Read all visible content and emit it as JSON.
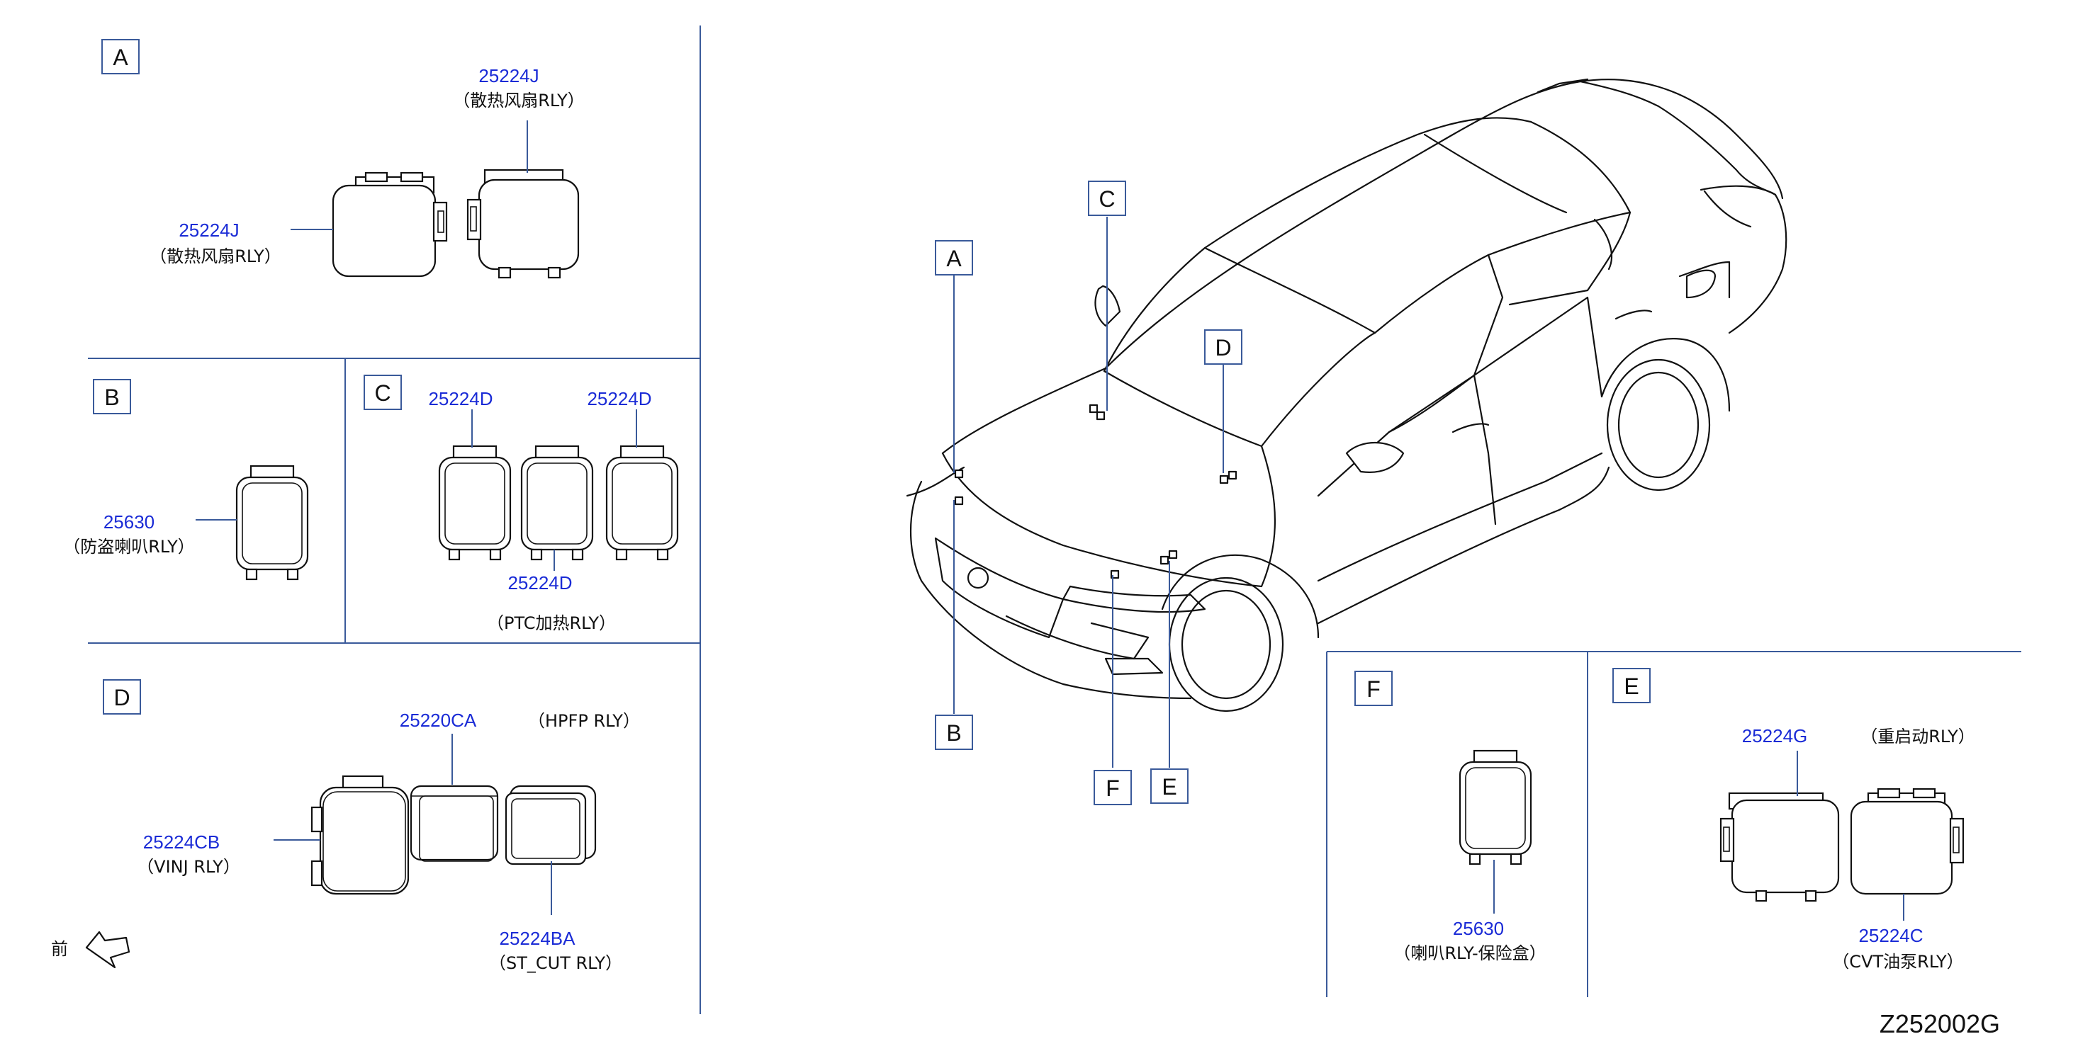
{
  "figure_id": "Z252002G",
  "front_marker": "前",
  "panels": {
    "A": {
      "letter": "A",
      "parts": [
        {
          "number": "25224J",
          "desc": "（散热风扇RLY）"
        },
        {
          "number": "25224J",
          "desc": "（散热风扇RLY）"
        }
      ]
    },
    "B": {
      "letter": "B",
      "parts": [
        {
          "number": "25630",
          "desc": "（防盗喇叭RLY）"
        }
      ]
    },
    "C": {
      "letter": "C",
      "parts": [
        {
          "number": "25224D"
        },
        {
          "number": "25224D"
        },
        {
          "number": "25224D"
        }
      ],
      "desc": "（PTC加热RLY）"
    },
    "D": {
      "letter": "D",
      "parts": [
        {
          "number": "25220CA",
          "desc": "（HPFP   RLY）"
        },
        {
          "number": "25224CB",
          "desc": "（VINJ   RLY）"
        },
        {
          "number": "25224BA",
          "desc": "（ST_CUT   RLY）"
        }
      ]
    },
    "E": {
      "letter": "E",
      "parts": [
        {
          "number": "25224G",
          "desc": "（重启动RLY）"
        },
        {
          "number": "25224C",
          "desc": "（CVT油泵RLY）"
        }
      ]
    },
    "F": {
      "letter": "F",
      "parts": [
        {
          "number": "25630",
          "desc": "（喇叭RLY-保险盒）"
        }
      ]
    }
  },
  "car_callouts": [
    "A",
    "B",
    "C",
    "D",
    "E",
    "F"
  ]
}
